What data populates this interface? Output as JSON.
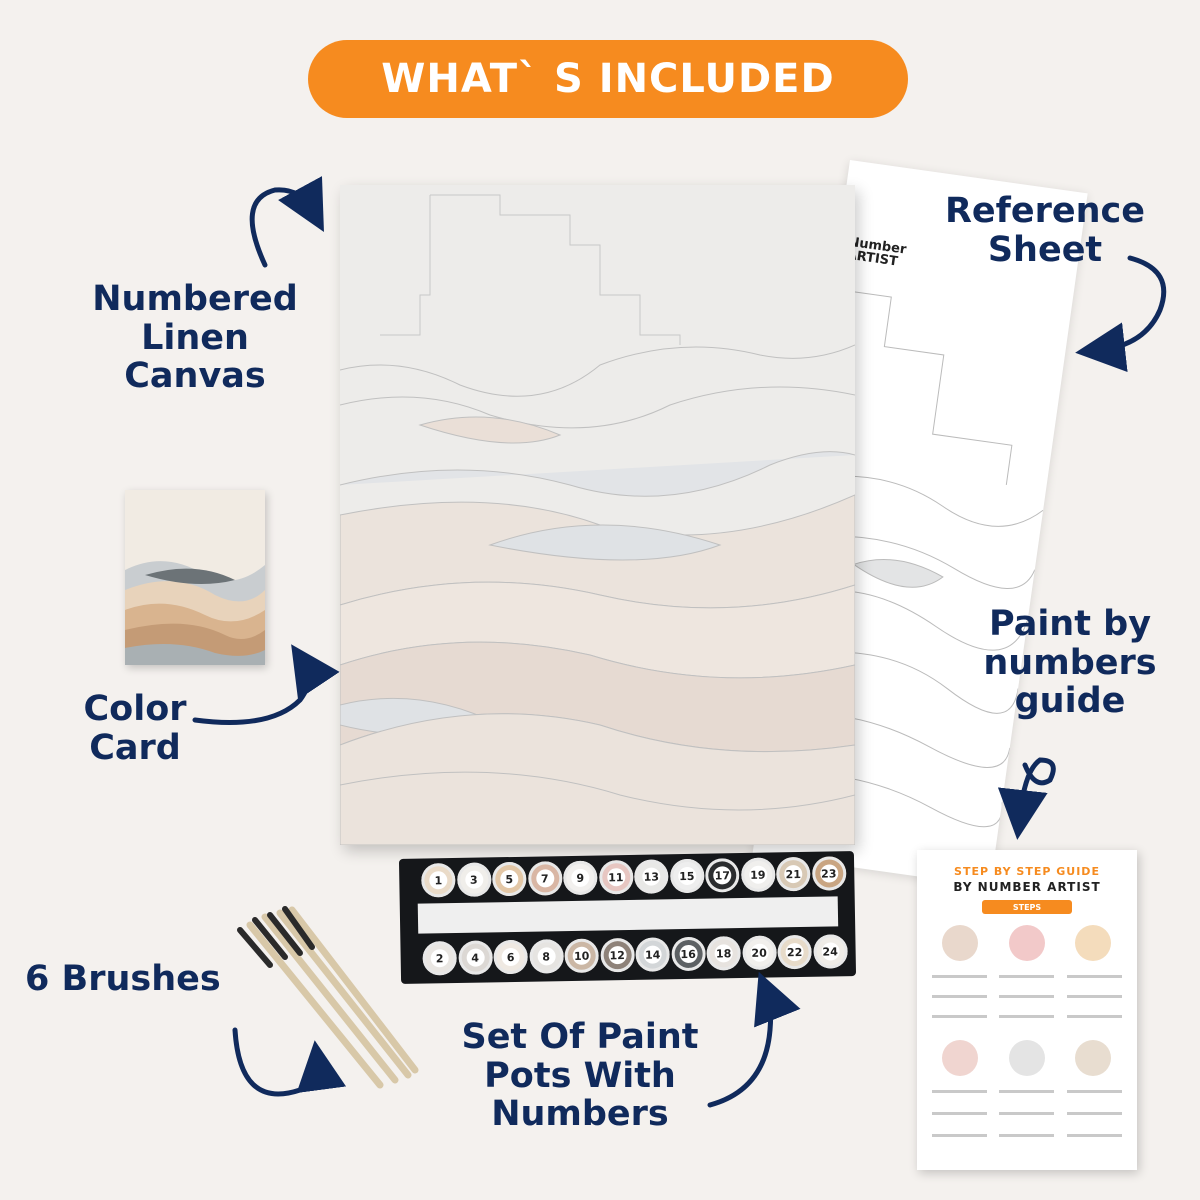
{
  "banner": {
    "title": "WHAT` S INCLUDED"
  },
  "labels": {
    "canvas": [
      "Numbered",
      "Linen",
      "Canvas"
    ],
    "reference": [
      "Reference",
      "Sheet"
    ],
    "color_card": [
      "Color",
      "Card"
    ],
    "guide": [
      "Paint by",
      "numbers",
      "guide"
    ],
    "brushes": [
      "6 Brushes"
    ],
    "pots": [
      "Set Of Paint",
      "Pots With",
      "Numbers"
    ]
  },
  "reference_sheet": {
    "logo_top": "Number",
    "logo_bottom": "ARTIST"
  },
  "pots": {
    "top_row": [
      "1",
      "3",
      "5",
      "7",
      "9",
      "11",
      "13",
      "15",
      "17",
      "19",
      "21",
      "23"
    ],
    "bottom_row": [
      "2",
      "4",
      "6",
      "8",
      "10",
      "12",
      "14",
      "16",
      "18",
      "20",
      "22",
      "24"
    ]
  },
  "guide_card": {
    "title": "STEP BY STEP GUIDE",
    "subtitle": "BY NUMBER ARTIST",
    "steps_label": "STEPS"
  },
  "colors": {
    "accent": "#f68b1f",
    "navy": "#102a5c",
    "background": "#f4f1ee"
  },
  "icons": [
    "curved-arrow-icon"
  ]
}
